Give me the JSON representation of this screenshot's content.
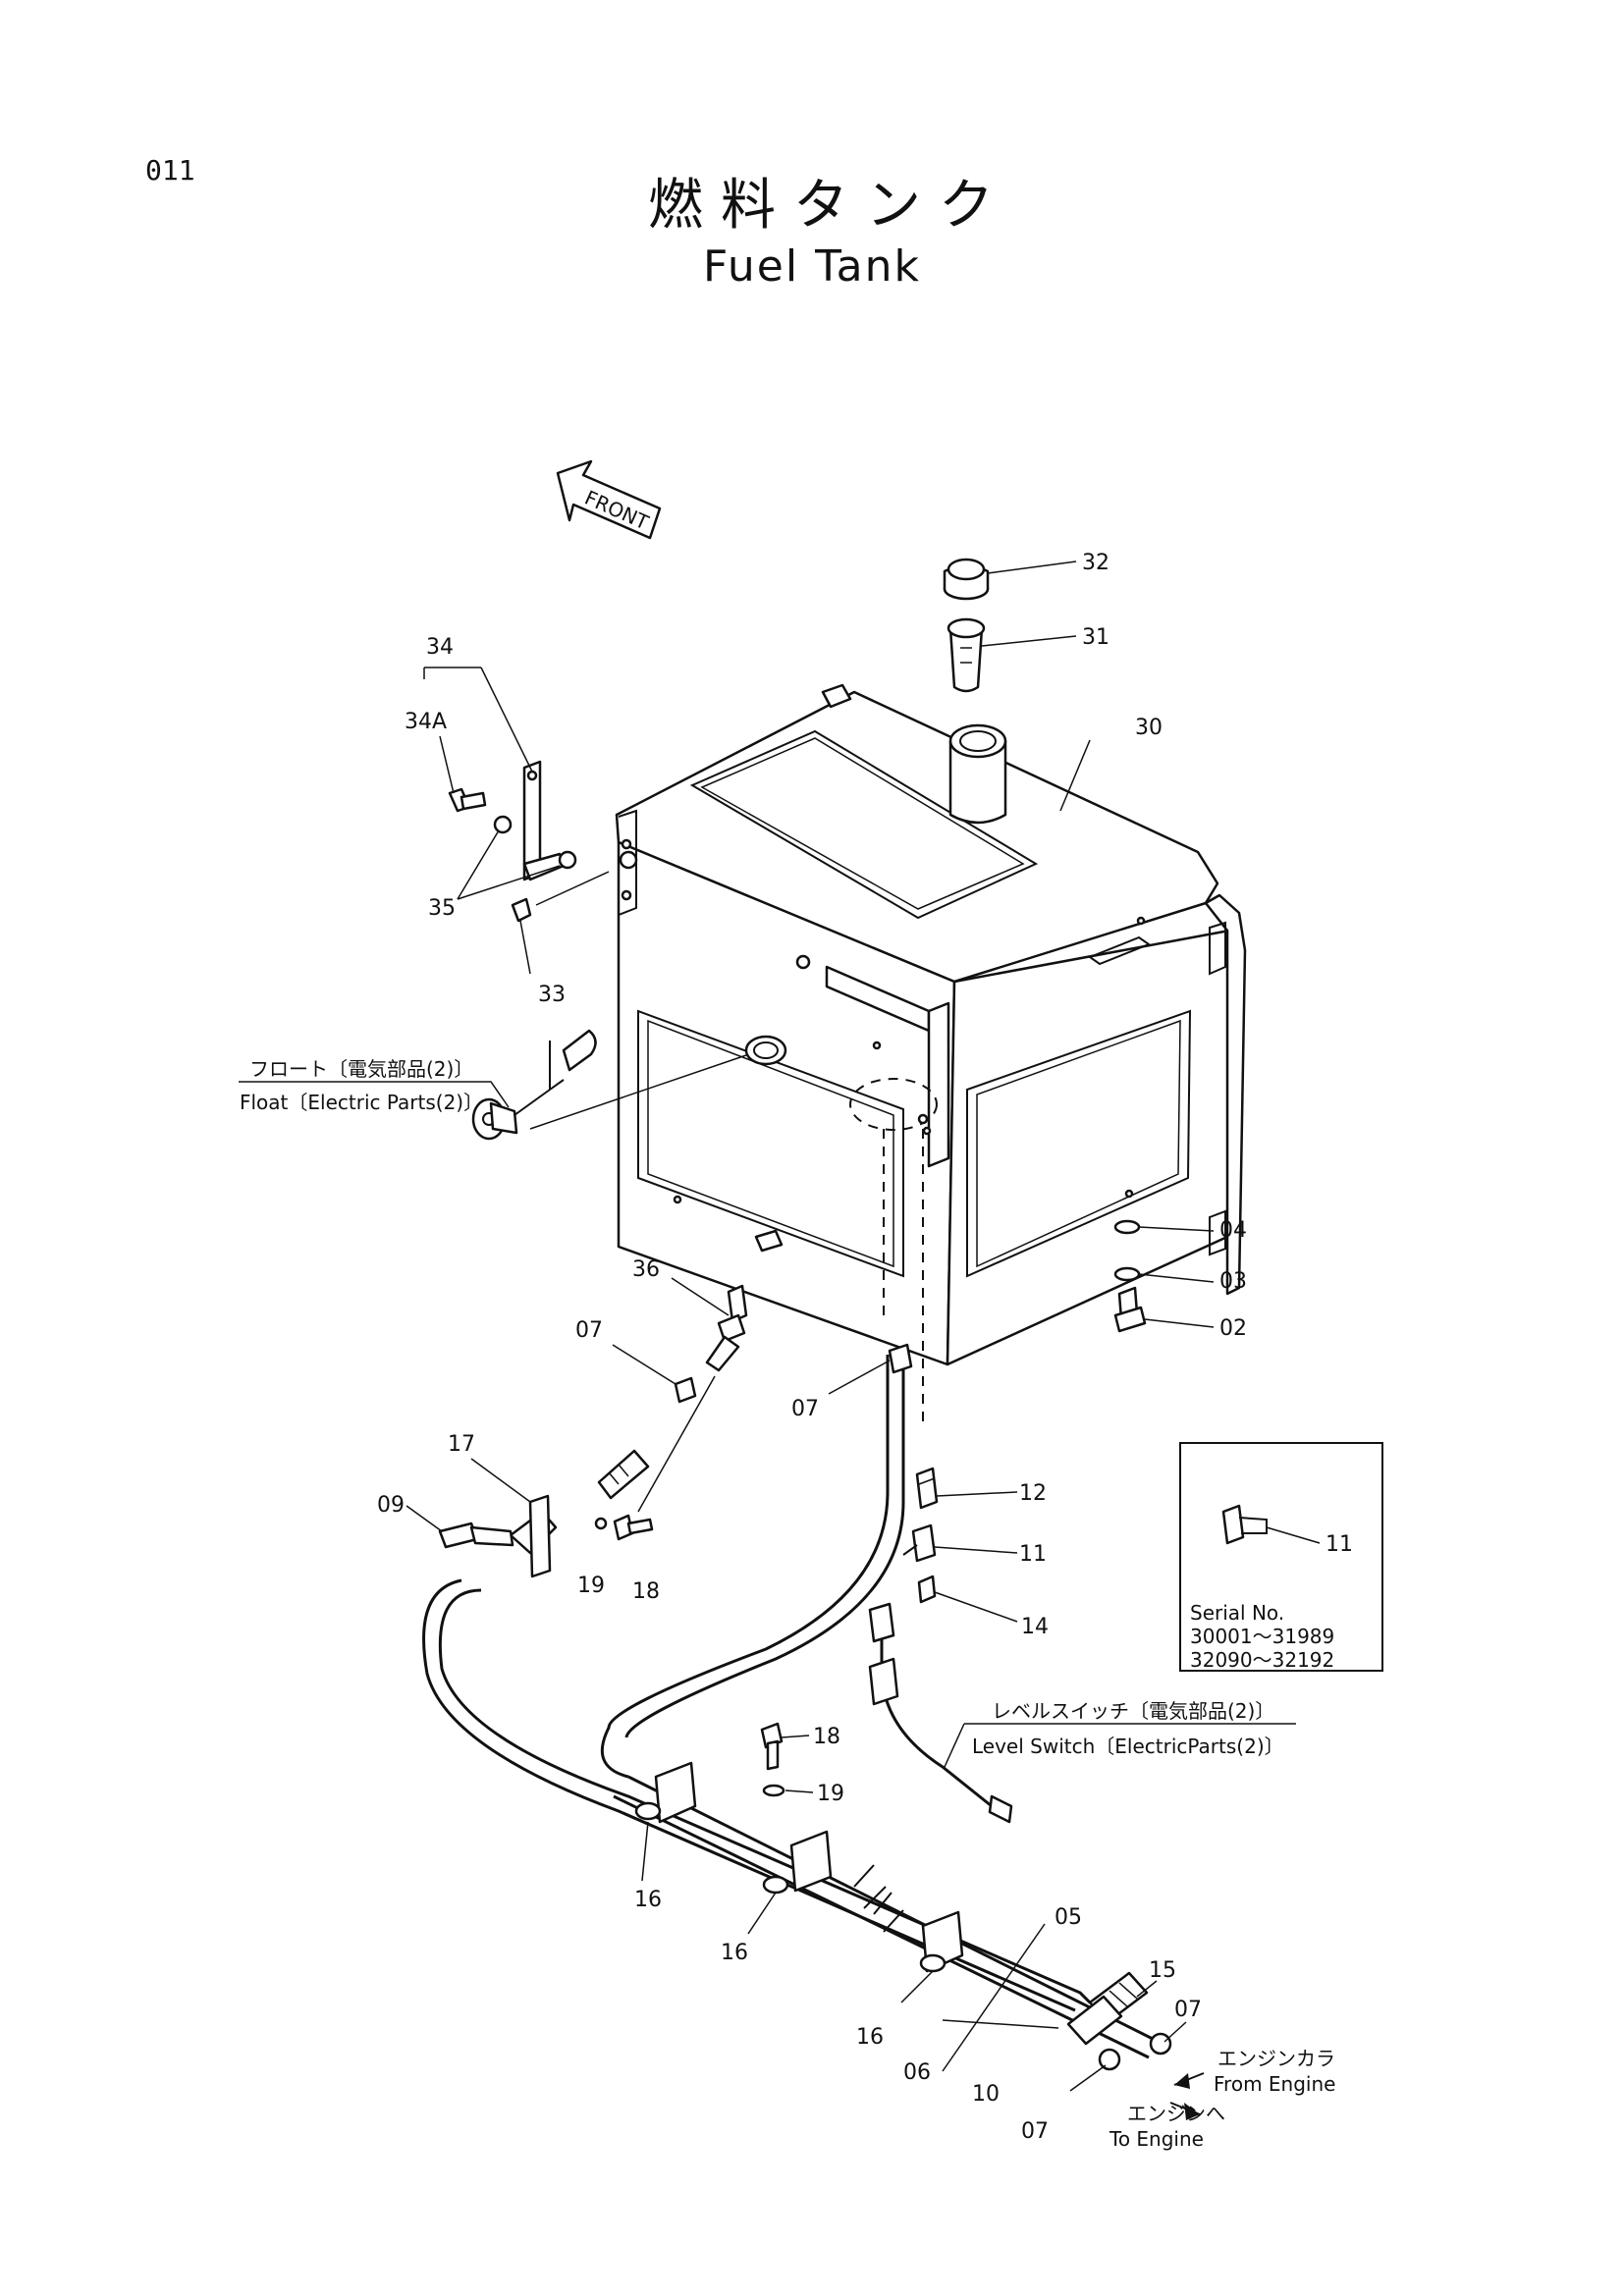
{
  "page": {
    "number": "011"
  },
  "title": {
    "jp": "燃料タンク",
    "en": "Fuel Tank"
  },
  "front_label": "FRONT",
  "callouts": {
    "c32": "32",
    "c31": "31",
    "c30": "30",
    "c34": "34",
    "c34a": "34A",
    "c35": "35",
    "c33": "33",
    "c04": "04",
    "c03": "03",
    "c02": "02",
    "c36": "36",
    "c07a": "07",
    "c07b": "07",
    "c17": "17",
    "c09": "09",
    "c19a": "19",
    "c18a": "18",
    "c12": "12",
    "c11a": "11",
    "c14": "14",
    "c11b": "11",
    "c18b": "18",
    "c19b": "19",
    "c16a": "16",
    "c16b": "16",
    "c16c": "16",
    "c05": "05",
    "c15": "15",
    "c07c": "07",
    "c06": "06",
    "c10": "10",
    "c07d": "07"
  },
  "notes": {
    "float_jp": "フロート〔電気部品(2)〕",
    "float_en": "Float〔Electric Parts(2)〕",
    "level_jp": "レベルスイッチ〔電気部品(2)〕",
    "level_en": "Level Switch〔ElectricParts(2)〕",
    "from_engine_jp": "エンジンカラ",
    "from_engine_en": "From Engine",
    "to_engine_jp": "エンジンへ",
    "to_engine_en": "To Engine"
  },
  "serial_box": {
    "label": "Serial No.",
    "range1": "30001～31989",
    "range2": "32090～32192",
    "part": "11"
  }
}
